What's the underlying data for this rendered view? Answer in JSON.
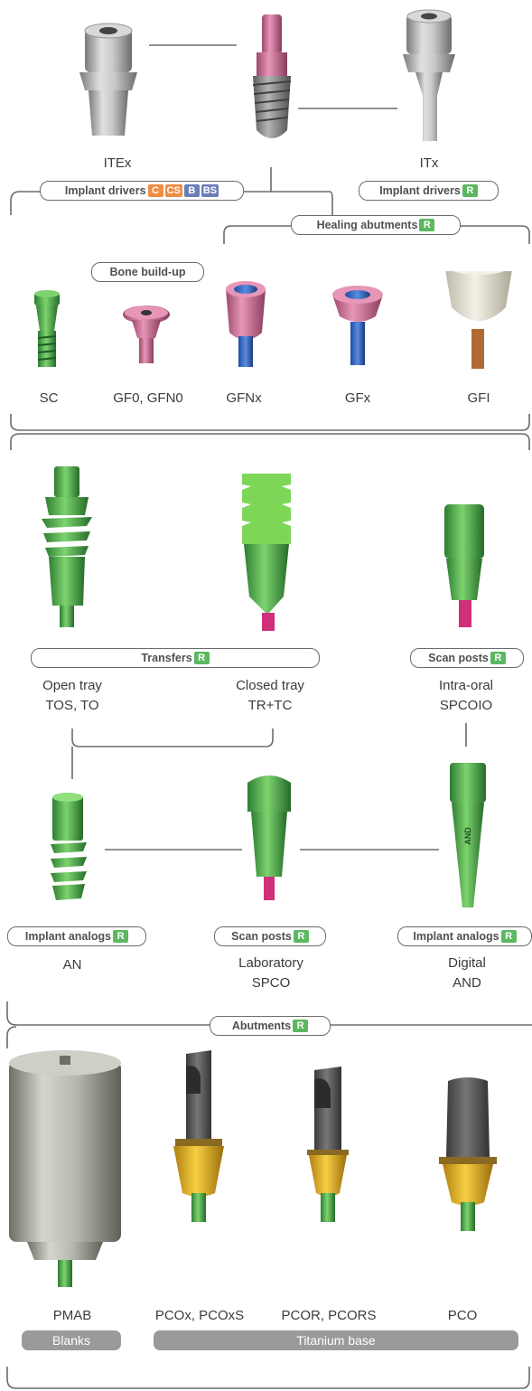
{
  "top": {
    "itex": "ITEx",
    "itx": "ITx",
    "implant_drivers": "Implant drivers",
    "implant_drivers_badges": [
      "C",
      "CS",
      "B",
      "BS"
    ],
    "implant_drivers_r": "Implant drivers",
    "healing_abutments": "Healing abutments",
    "bone_buildup": "Bone build-up"
  },
  "badge_r": "R",
  "healing": {
    "labels": [
      "SC",
      "GF0, GFN0",
      "GFNx",
      "GFx",
      "GFI"
    ]
  },
  "transfers": {
    "pill": "Transfers",
    "open_tray": "Open tray",
    "open_tray_codes": "TOS, TO",
    "closed_tray": "Closed tray",
    "closed_tray_codes": "TR+TC",
    "scan_posts": "Scan posts",
    "intraoral": "Intra-oral",
    "intraoral_code": "SPCOIO"
  },
  "analogs": {
    "implant_analogs_left": "Implant analogs",
    "an": "AN",
    "scan_posts": "Scan posts",
    "laboratory": "Laboratory",
    "spco": "SPCO",
    "implant_analogs_right": "Implant analogs",
    "digital": "Digital",
    "and": "AND",
    "and_engraving": "AND"
  },
  "abutments": {
    "pill": "Abutments",
    "labels": [
      "PMAB",
      "PCOx, PCOxS",
      "PCOR, PCORS",
      "PCO"
    ],
    "blanks": "Blanks",
    "titanium_base": "Titanium base"
  },
  "colors": {
    "green_badge": "#5cb860",
    "orange_badge": "#f08c43",
    "blue_badge": "#6b7fb7",
    "line": "#6b6b6b"
  }
}
